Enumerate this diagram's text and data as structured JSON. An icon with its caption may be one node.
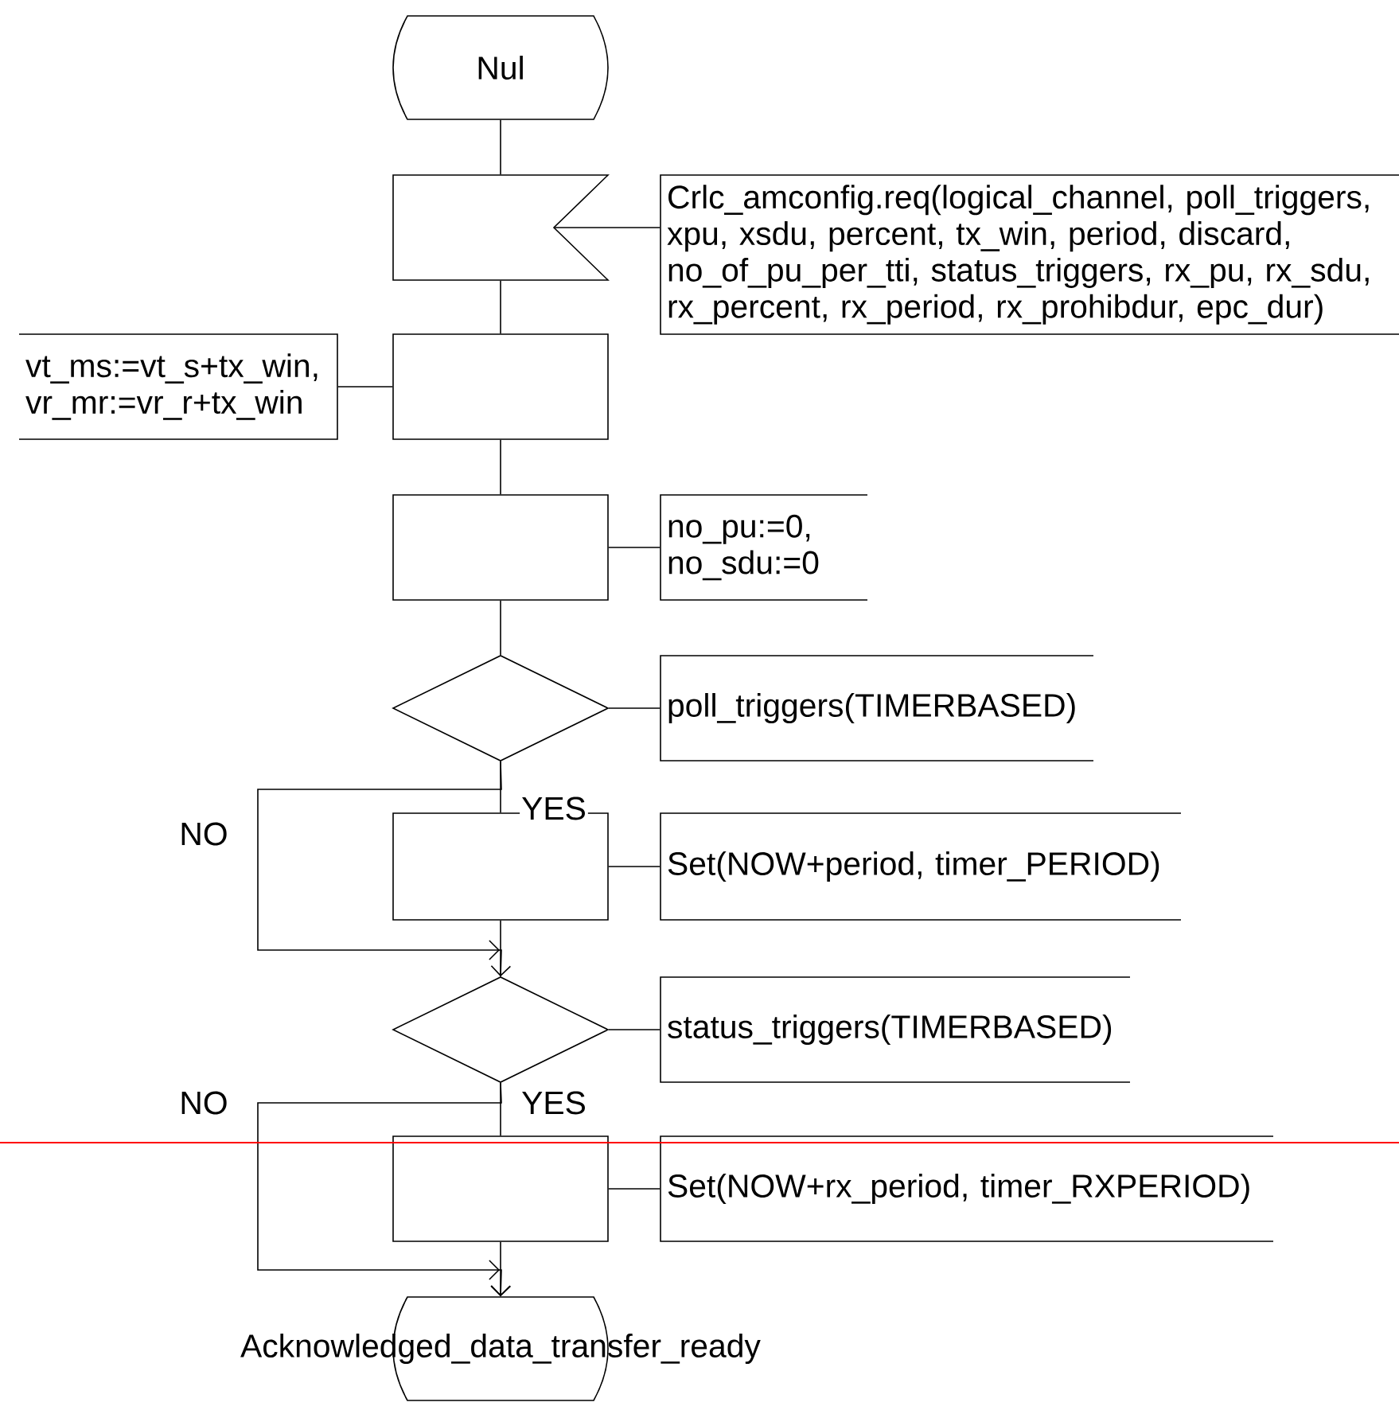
{
  "diagram": {
    "nodes": [
      {
        "text": [
          "Nul"
        ]
      },
      {
        "text": [],
        "shape": "flag"
      },
      {
        "text": [
          "Crlc_amconfig.req(logical_channel, poll_triggers, xpu, xsdu, percent, tx_win, period, discard, no_of_pu_per_tti, status_triggers, rx_pu, rx_sdu, rx_percent, rx_period, rx_prohibdur, epc_dur)"
        ]
      },
      {
        "text": [],
        "shape": "box"
      },
      {
        "text": [
          "vt_ms:=vt_s+tx_win, vr_mr:=vr_r+tx_win"
        ]
      },
      {
        "text": [],
        "shape": "box"
      },
      {
        "text": [
          "no_pu:=0, no_sdu:=0"
        ]
      },
      {
        "text": [],
        "shape": "diamond"
      },
      {
        "text": [
          "poll_triggers(TIMERBASED)"
        ]
      },
      {
        "text": [],
        "shape": "box"
      },
      {
        "text": [
          "Set(NOW+period, timer_PERIOD)"
        ]
      },
      {
        "text": [],
        "shape": "diamond"
      },
      {
        "text": [
          "status_triggers(TIMERBASED)"
        ]
      },
      {
        "text": [],
        "shape": "box"
      },
      {
        "text": [
          "Set(NOW+rx_period, timer_RXPERIOD)"
        ]
      },
      {
        "text": [
          "Acknowledged_data_transfer_ready"
        ]
      }
    ],
    "edges": [
      {
        "from": 0,
        "to": 1,
        "arrow": "none"
      },
      {
        "from": 1,
        "to": 2,
        "arrow": "none"
      },
      {
        "from": 1,
        "to": 3,
        "arrow": "none"
      },
      {
        "from": 3,
        "to": 4,
        "arrow": "none"
      },
      {
        "from": 3,
        "to": 5,
        "arrow": "none"
      },
      {
        "from": 5,
        "to": 6,
        "arrow": "none"
      },
      {
        "from": 5,
        "to": 7,
        "arrow": "none"
      },
      {
        "from": 7,
        "to": 8,
        "arrow": "none"
      },
      {
        "from": 7,
        "to": 9,
        "arrow": "none",
        "label": "YES"
      },
      {
        "from": 7,
        "to": 11,
        "arrow": "to",
        "label": "NO"
      },
      {
        "from": 9,
        "to": 10,
        "arrow": "none"
      },
      {
        "from": 9,
        "to": 11,
        "arrow": "none"
      },
      {
        "from": 11,
        "to": 12,
        "arrow": "none"
      },
      {
        "from": 11,
        "to": 13,
        "arrow": "none",
        "label": "YES"
      },
      {
        "from": 11,
        "to": 15,
        "arrow": "to",
        "label": "NO"
      },
      {
        "from": 13,
        "to": 14,
        "arrow": "none"
      },
      {
        "from": 13,
        "to": 15,
        "arrow": "to"
      }
    ]
  }
}
